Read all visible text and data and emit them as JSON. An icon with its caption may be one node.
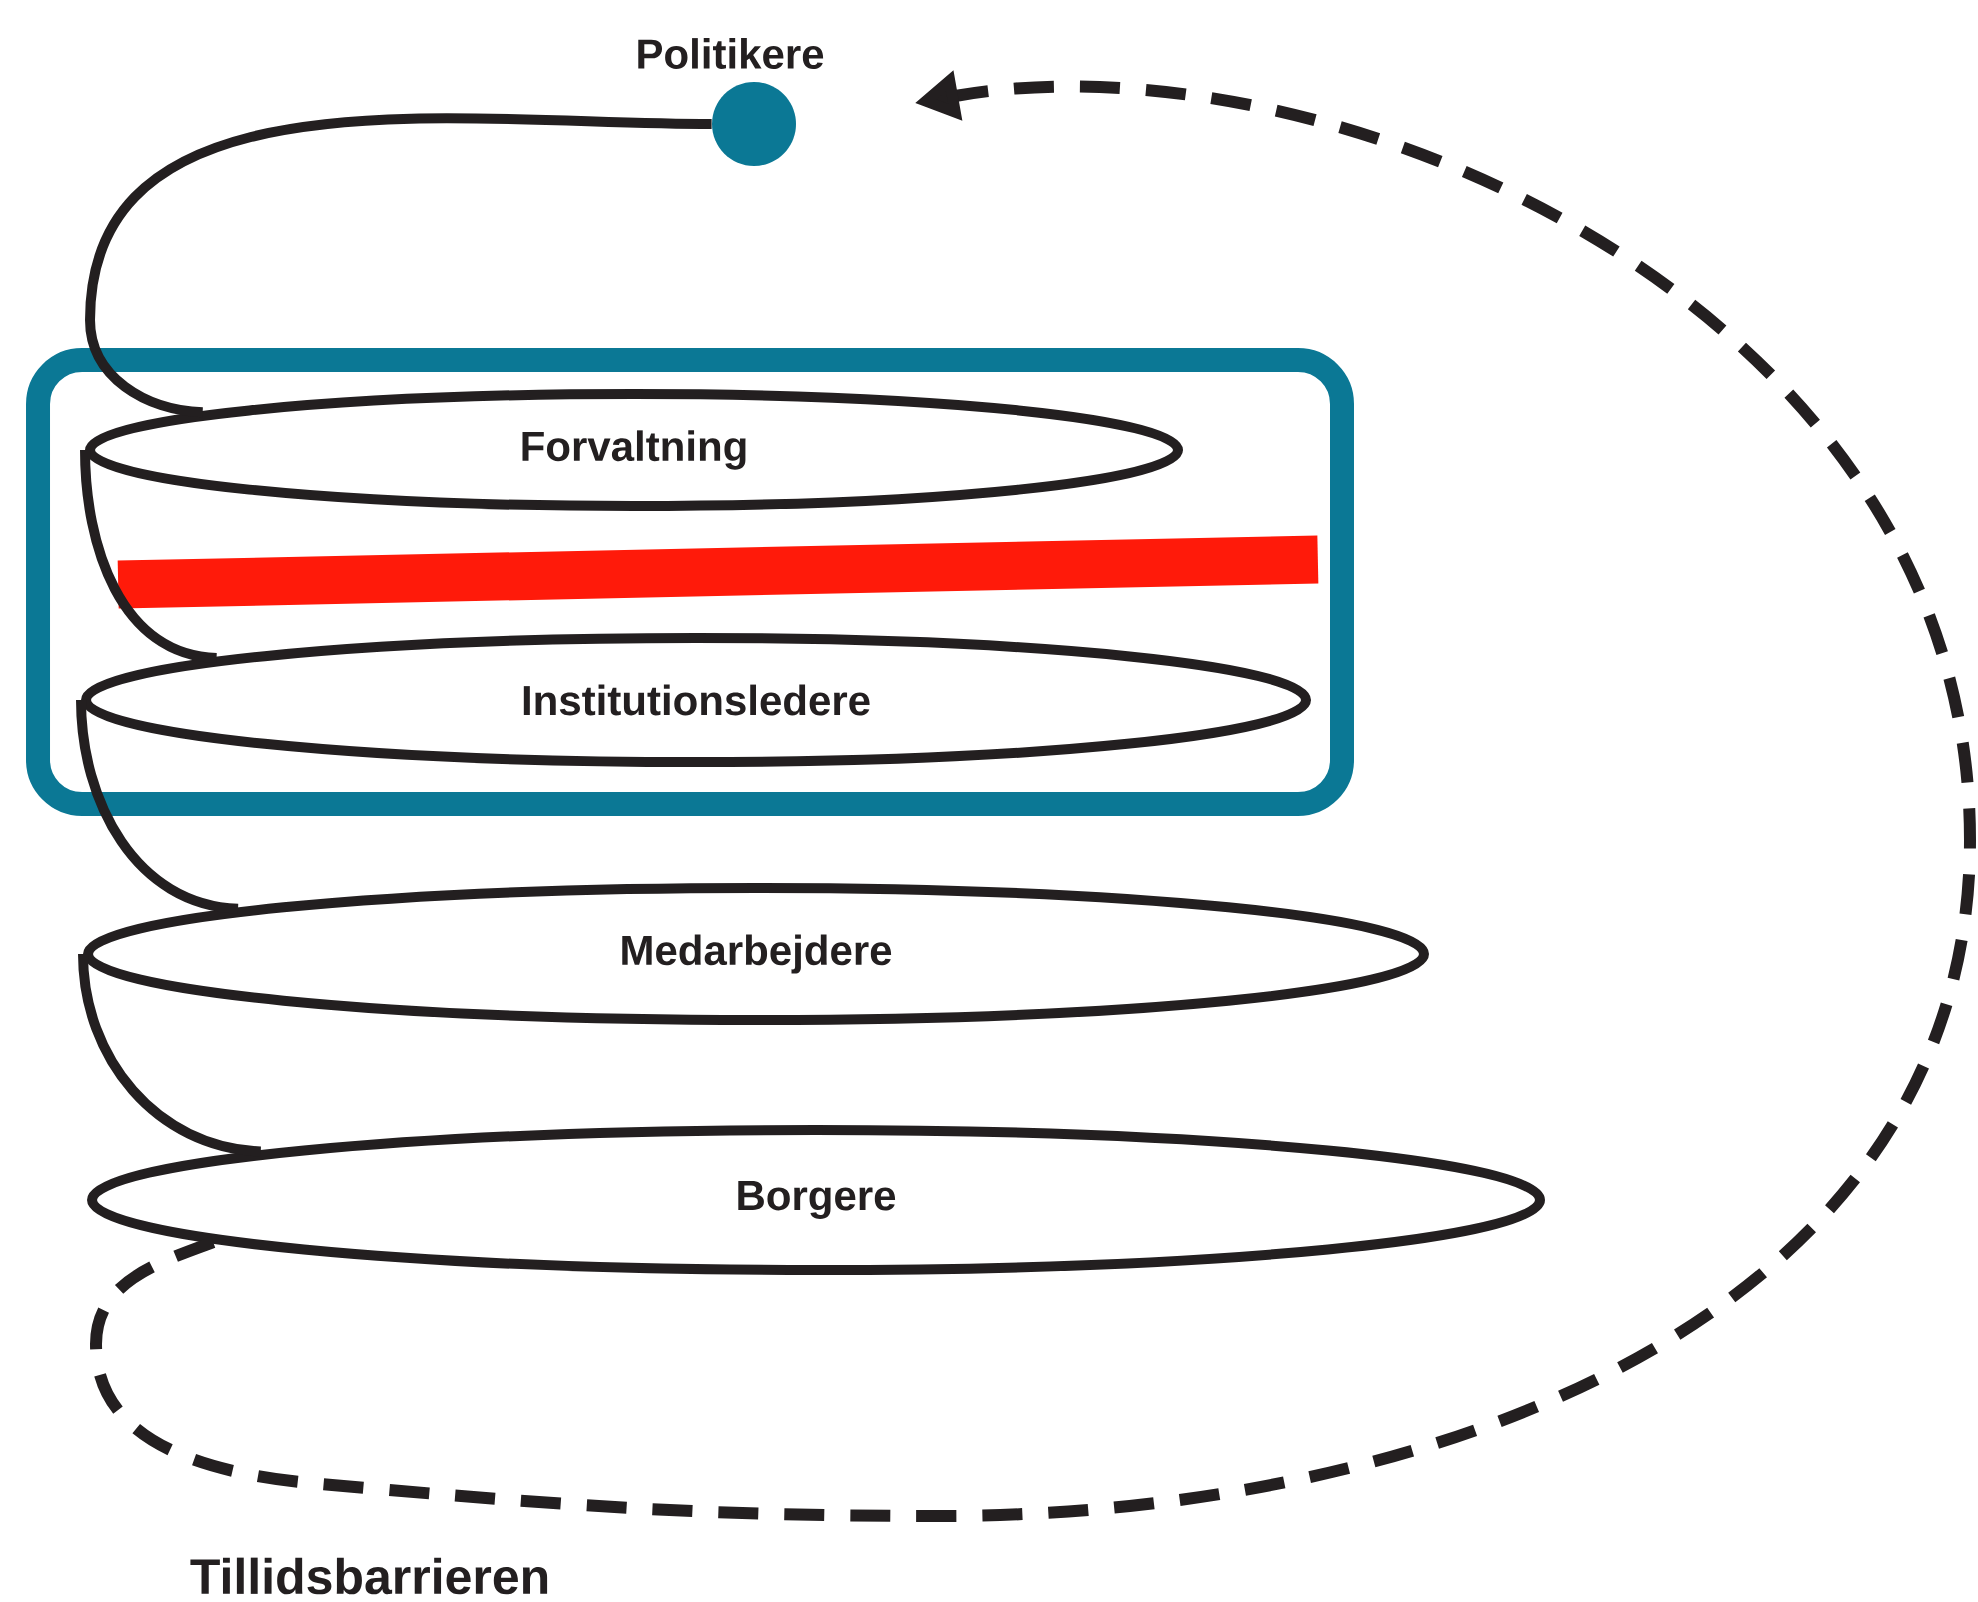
{
  "diagram": {
    "nodes": [
      {
        "text": [
          "Politikere"
        ]
      },
      {
        "text": [],
        "shape": "box"
      },
      {
        "text": [
          "Forvaltning"
        ],
        "in": 1
      },
      {
        "text": [],
        "shape": "bar",
        "in": 1
      },
      {
        "text": [
          "Institutionsledere"
        ],
        "in": 1
      },
      {
        "text": [
          "Medarbejdere"
        ]
      },
      {
        "text": [
          "Borgere"
        ]
      }
    ],
    "edges": [
      {
        "from": 0,
        "to": 2,
        "arrow": "none"
      },
      {
        "from": 2,
        "to": 4,
        "arrow": "none"
      },
      {
        "from": 4,
        "to": 5,
        "arrow": "none"
      },
      {
        "from": 5,
        "to": 6,
        "arrow": "none"
      },
      {
        "from": 6,
        "to": 0,
        "arrow": "to",
        "style": "dashed"
      }
    ],
    "labels": [
      "Tillidsbarrieren"
    ]
  }
}
